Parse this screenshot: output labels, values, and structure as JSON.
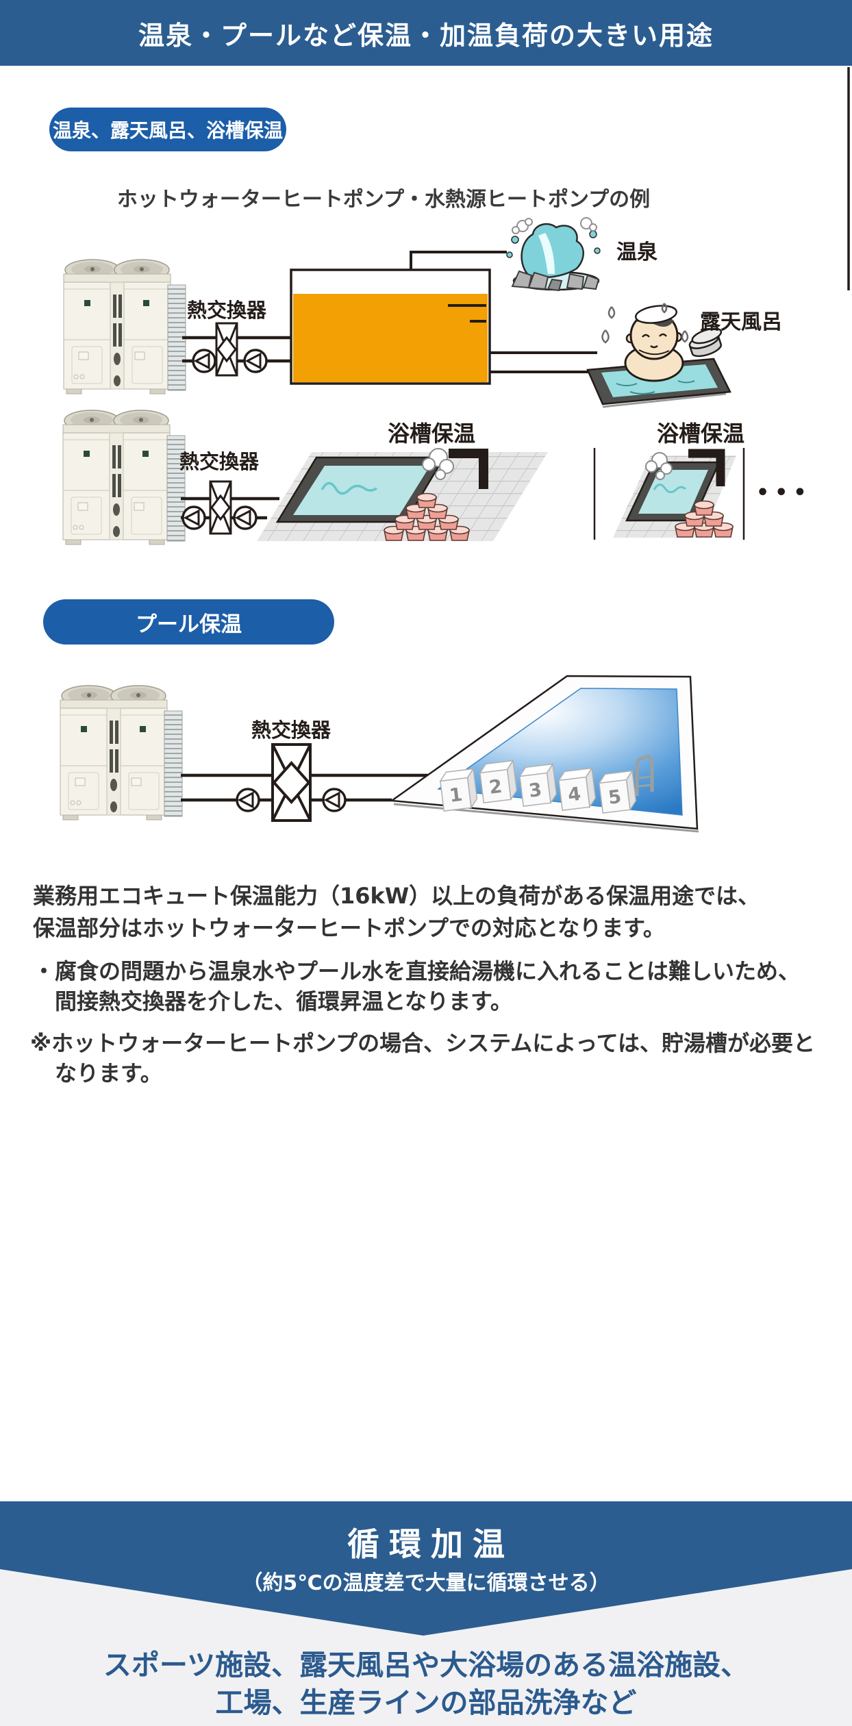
{
  "colors": {
    "header_blue": "#2b5d90",
    "badge_blue": "#1c5ea8",
    "band_blue": "#2b5d90",
    "accent_text_blue": "#2b5a8e",
    "tank_orange": "#f2a004",
    "pipe_black": "#241c18",
    "footer_gray": "#f1f1f3"
  },
  "header": {
    "title": "温泉・プールなど保温・加温負荷の大きい用途"
  },
  "section_onsen": {
    "badge": "温泉、露天風呂、浴槽保温",
    "caption": "ホットウォーターヒートポンプ・水熱源ヒートポンプの例",
    "hx1_label": "熱交換器",
    "hx2_label": "熱交換器",
    "onsen_label": "温泉",
    "rotenburo_label": "露天風呂",
    "bath1_label": "浴槽保温",
    "bath2_label": "浴槽保温",
    "dots": "•••"
  },
  "section_pool": {
    "badge": "プール保温",
    "hx_label": "熱交換器",
    "lanes": [
      "1",
      "2",
      "3",
      "4",
      "5"
    ]
  },
  "notes": {
    "line1": "業務用エコキュート保温能力（16kW）以上の負荷がある保温用途では、",
    "line2": "保温部分はホットウォーターヒートポンプでの対応となります。",
    "bullet1": "・腐食の問題から温泉水やプール水を直接給湯機に入れることは難しいため、",
    "bullet2": "間接熱交換器を介した、循環昇温となります。",
    "note1": "※ホットウォーターヒートポンプの場合、システムによっては、貯湯槽が必要と",
    "note2": "なります。"
  },
  "footer": {
    "title": "循環加温",
    "subtitle": "（約5℃の温度差で大量に循環させる）",
    "line1": "スポーツ施設、露天風呂や大浴場のある温浴施設、",
    "line2": "工場、生産ラインの部品洗浄など"
  }
}
